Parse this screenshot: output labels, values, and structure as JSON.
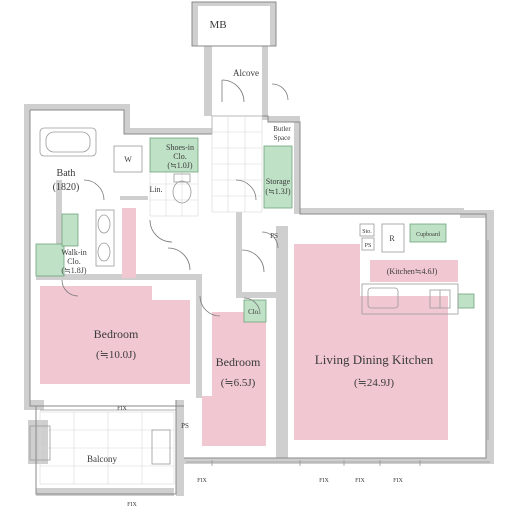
{
  "rooms": {
    "mb": "MB",
    "alcove": "Alcove",
    "butler_1": "Butler",
    "butler_2": "Space",
    "shoes_1": "Shoes-in",
    "shoes_2": "Clo.",
    "shoes_size": "(≒1.0J)",
    "w": "W",
    "bath": "Bath",
    "bath_size": "(1820)",
    "lin": "Lin.",
    "storage": "Storage",
    "storage_size": "(≒1.3J)",
    "walkin_1": "Walk-in",
    "walkin_2": "Clo.",
    "walkin_size": "(≒1.8J)",
    "bedroom1": "Bedroom",
    "bedroom1_size": "(≒10.0J)",
    "bedroom2": "Bedroom",
    "bedroom2_size": "(≒6.5J)",
    "clo": "Clo.",
    "ldk": "Living Dining Kitchen",
    "ldk_size": "(≒24.9J)",
    "kitchen": "(Kitchen≒4.6J)",
    "sto": "Sto.",
    "r": "R",
    "ps1": "PS",
    "ps2": "PS",
    "ps3": "PS",
    "cupboard": "Cupboard",
    "balcony": "Balcony",
    "fix1": "FIX",
    "fix2": "FIX",
    "fix3": "FIX",
    "fix4": "FIX",
    "fix5": "FIX",
    "fix6": "FIX"
  },
  "colors": {
    "floor_highlight": "#f1c8d2",
    "storage_highlight": "#bfe1c6",
    "wall": "#cfcfcf"
  }
}
